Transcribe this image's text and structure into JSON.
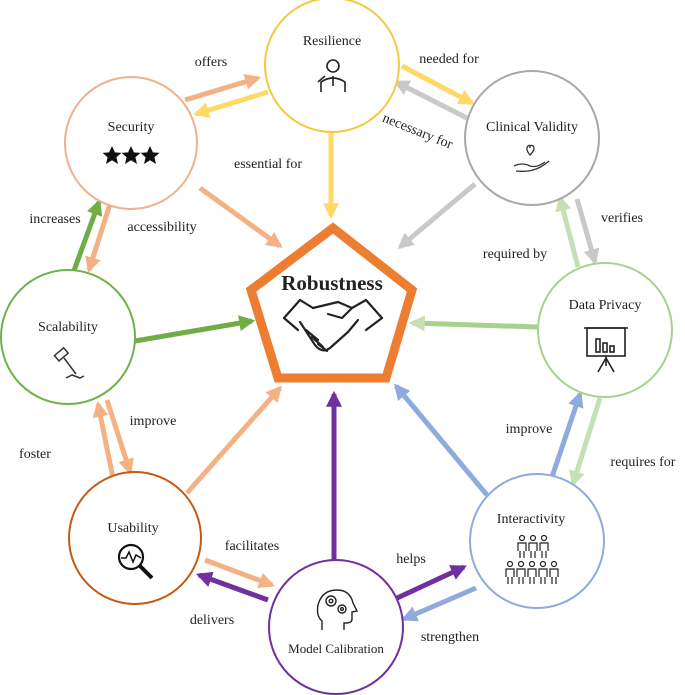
{
  "center": {
    "label": "Robustness"
  },
  "nodes": {
    "resilience": {
      "label": "Resilience"
    },
    "security": {
      "label": "Security"
    },
    "clinical_validity": {
      "label": "Clinical Validity"
    },
    "scalability": {
      "label": "Scalability"
    },
    "data_privacy": {
      "label": "Data Privacy"
    },
    "usability": {
      "label": "Usability"
    },
    "interactivity": {
      "label": "Interactivity"
    },
    "model_calibration": {
      "label": "Model Calibration"
    }
  },
  "edge_labels": {
    "offers": "offers",
    "needed_for": "needed for",
    "necessary_for": "necessary for",
    "essential_for": "essential for",
    "increases": "increases",
    "accessibility": "accessibility",
    "verifies": "verifies",
    "required_by": "required by",
    "improve_left": "improve",
    "foster": "foster",
    "improve_right": "improve",
    "requires_for": "requires for",
    "facilitates": "facilitates",
    "helps": "helps",
    "delivers": "delivers",
    "strengthen": "strengthen"
  },
  "colors": {
    "resilience": "#F5C842",
    "security": "#F0B08C",
    "clinical_validity": "#A8A8A8",
    "scalability": "#6DB34A",
    "data_privacy": "#A9D18E",
    "usability": "#C55A11",
    "interactivity": "#8FAADC",
    "model_calibration": "#7030A0",
    "center": "#ED7D31",
    "orange_arrow": "#F4B183",
    "yellow_arrow": "#FFD966",
    "green_arrow": "#70AD47",
    "light_green_arrow": "#C5E0B4",
    "gray_arrow": "#C9C9C9",
    "blue_arrow": "#8FAADC",
    "purple_arrow": "#7030A0"
  },
  "icons": {
    "resilience": "person-at-desk-icon",
    "security": "three-stars-icon",
    "clinical_validity": "heart-in-hand-icon",
    "scalability": "hammer-icon",
    "data_privacy": "presentation-board-icon",
    "usability": "magnifier-pulse-icon",
    "interactivity": "group-of-people-icon",
    "model_calibration": "head-with-gears-icon",
    "center": "handshake-icon"
  }
}
